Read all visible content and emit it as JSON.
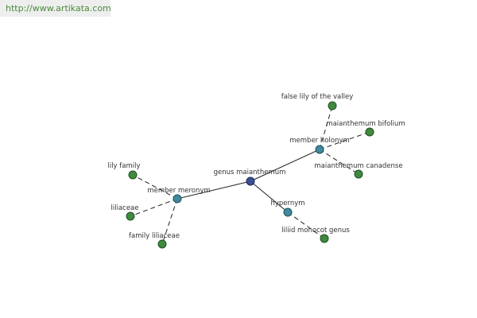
{
  "site": {
    "url_text": "http://www.artikata.com"
  },
  "graph": {
    "colors": {
      "center": "#3b4f93",
      "relation": "#3f8a9c",
      "leaf": "#3f8a3f",
      "edge": "#222222"
    },
    "nodes": {
      "center": "genus maianthemum",
      "member_holonym": "member holonym",
      "member_meronym": "member meronym",
      "hypernym": "hypernym",
      "false_lily": "false lily of the valley",
      "bifolium": "maianthemum bifolium",
      "canadense": "maianthemum canadense",
      "lily_family": "lily family",
      "liliaceae": "liliaceae",
      "family_liliaceae": "family liliaceae",
      "liliid": "liliid monocot genus"
    }
  }
}
